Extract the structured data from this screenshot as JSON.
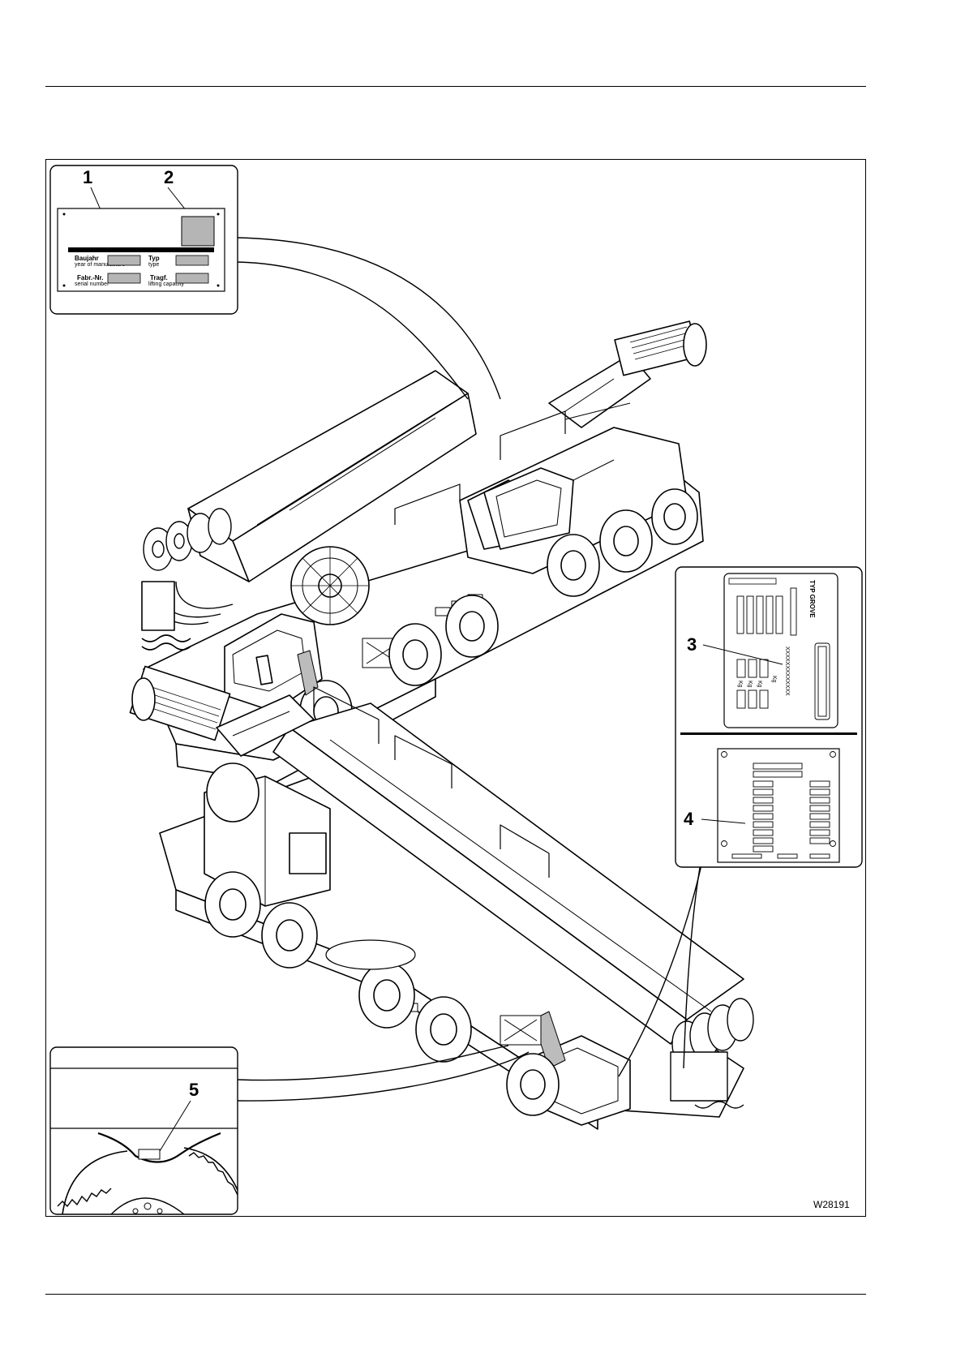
{
  "figure": {
    "code": "W28191",
    "callouts": [
      "1",
      "2",
      "3",
      "4",
      "5"
    ]
  },
  "plate1": {
    "fields": [
      {
        "label": "Baujahr",
        "sub": "year of manufacture"
      },
      {
        "label": "Typ",
        "sub": "type"
      },
      {
        "label": "Fabr.-Nr.",
        "sub": "serial number"
      },
      {
        "label": "Tragf.",
        "sub": "lifting capacity"
      }
    ]
  },
  "plate3": {
    "title": "TYP GROVE",
    "serial": "XXXXXXXXXXXXX",
    "unit": "Kg"
  }
}
